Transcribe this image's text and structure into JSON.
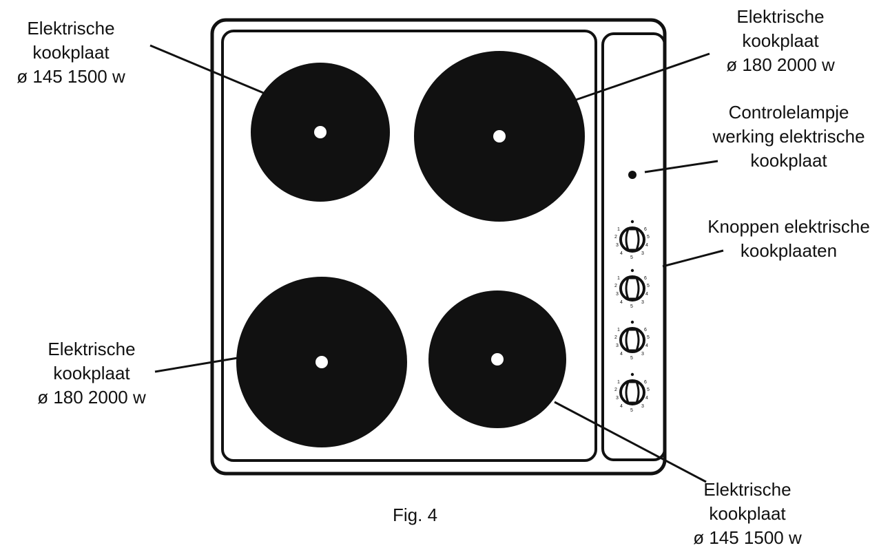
{
  "figure": {
    "caption": "Fig. 4"
  },
  "labels": {
    "top_left": {
      "line1": "Elektrische",
      "line2": "kookplaat",
      "line3": "ø 145 1500 w"
    },
    "top_right": {
      "line1": "Elektrische",
      "line2": "kookplaat",
      "line3": "ø 180 2000 w"
    },
    "indicator": {
      "line1": "Controlelampje",
      "line2": "werking elektrische",
      "line3": "kookplaat"
    },
    "knobs": {
      "line1": "Knoppen elektrische",
      "line2": "kookplaaten"
    },
    "bottom_left": {
      "line1": "Elektrische",
      "line2": "kookplaat",
      "line3": "ø 180 2000 w"
    },
    "bottom_right": {
      "line1": "Elektrische",
      "line2": "kookplaat",
      "line3": "ø 145 1500 w"
    }
  },
  "colors": {
    "ink": "#111111",
    "background": "#ffffff"
  }
}
